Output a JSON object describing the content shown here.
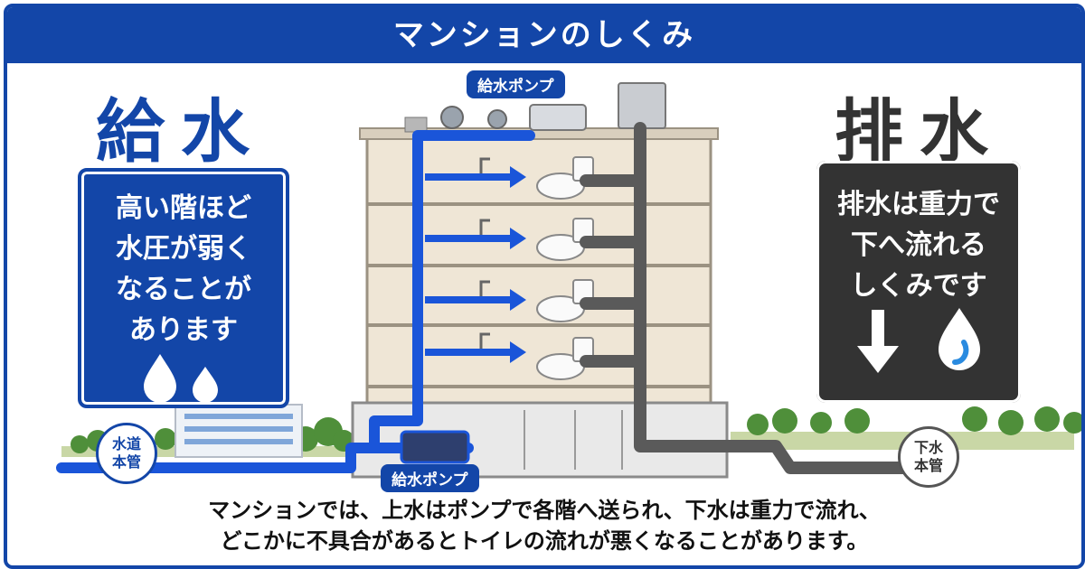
{
  "title": "マンションのしくみ",
  "supply": {
    "heading": "給水",
    "panel_lines": [
      "高い階ほど",
      "水圧が弱く",
      "なることが",
      "あります"
    ],
    "color": "#1346a8"
  },
  "drain": {
    "heading": "排水",
    "panel_lines": [
      "排水は重力で",
      "下へ流れる",
      "しくみです"
    ],
    "color": "#333333"
  },
  "labels": {
    "pump_top": "給水ポンプ",
    "pump_bottom": "給水ポンプ",
    "water_main_line1": "水道",
    "water_main_line2": "本管",
    "sewer_main_line1": "下水",
    "sewer_main_line2": "本管"
  },
  "caption": {
    "line1": "マンションでは、上水はポンプで各階へ送られ、下水は重力で流れ、",
    "line2": "どこかに不具合があるとトイレの流れが悪くなることがあります。"
  },
  "icons": [
    "water-drop-icon",
    "down-arrow-icon",
    "toilet-icon",
    "faucet-icon"
  ]
}
